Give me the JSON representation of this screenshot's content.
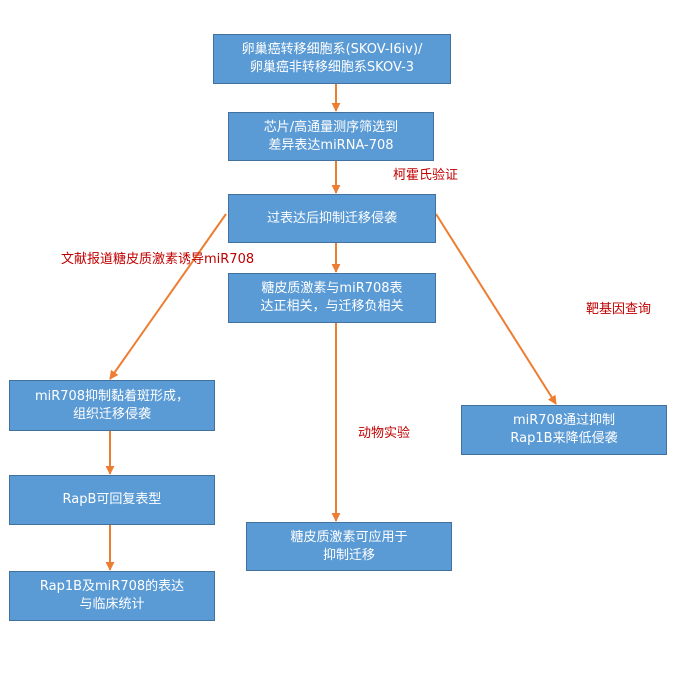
{
  "diagram": {
    "boxes": {
      "cell_lines": "卵巢癌转移细胞系(SKOV-I6iv)/\n卵巢癌非转移细胞系SKOV-3",
      "screening": "芯片/高通量测序筛选到\n差异表达miRNA-708",
      "overexpression": "过表达后抑制迁移侵袭",
      "correlation": "糖皮质激素与miR708表\n达正相关，与迁移负相关",
      "adhesion": "miR708抑制黏着斑形成，\n组织迁移侵袭",
      "rapb_rescue": "RapB可回复表型",
      "clinical": "Rap1B及miR708的表达\n与临床统计",
      "rap1b_target": "miR708通过抑制\nRap1B来降低侵袭",
      "application": "糖皮质激素可应用于\n抑制迁移"
    },
    "labels": {
      "western_blot": "柯霍氏验证",
      "literature": "文献报道糖皮质激素诱导miR708",
      "target_gene": "靶基因查询",
      "animal": "动物实验"
    },
    "colors": {
      "box_fill": "#5b9bd5",
      "box_border": "#41719c",
      "arrow": "#ed7d31",
      "label_text": "#c00000"
    }
  }
}
